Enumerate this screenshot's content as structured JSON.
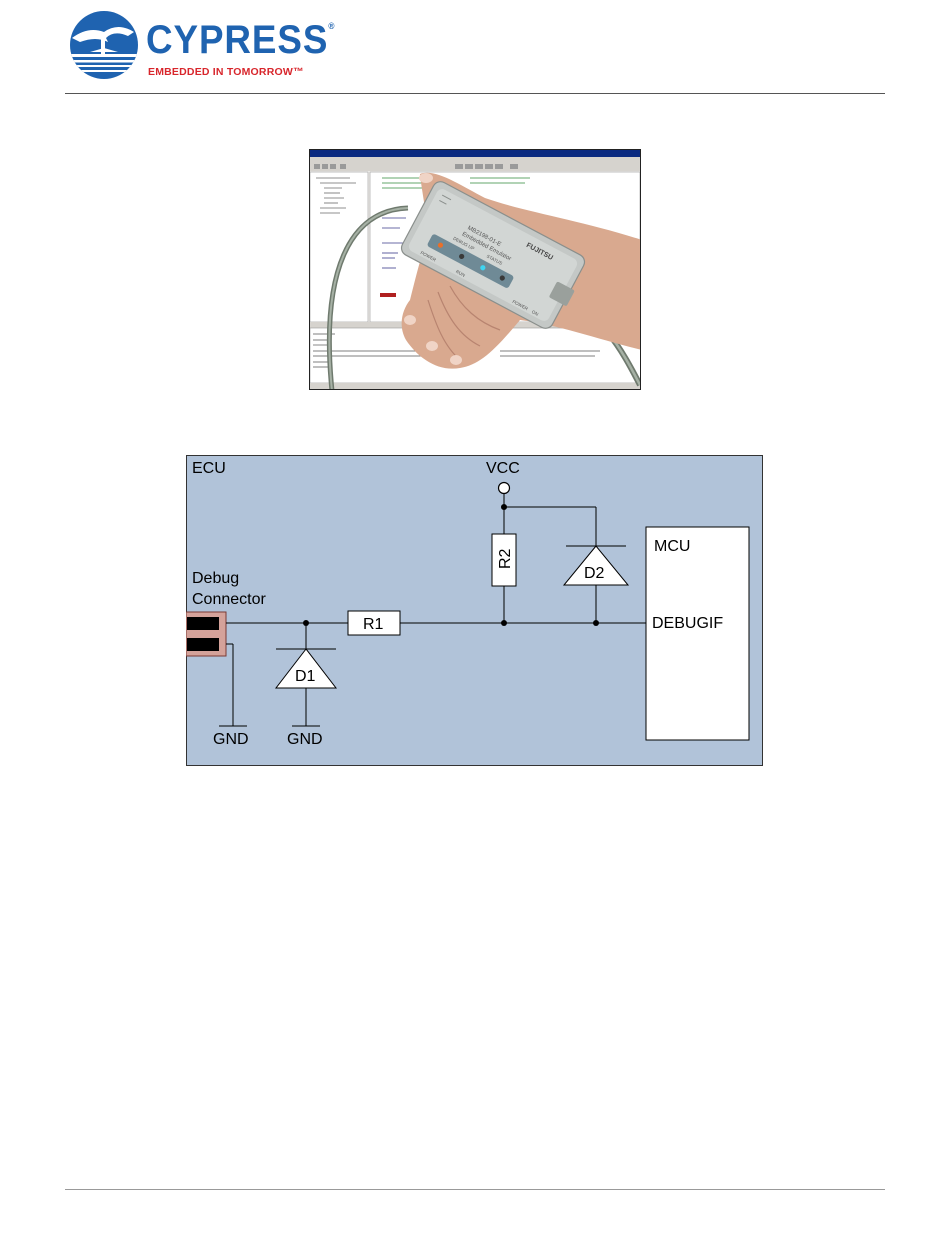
{
  "header": {
    "logo_name": "CYPRESS",
    "logo_tagline": "EMBEDDED IN TOMORROW",
    "logo_mark": "cypress-tree-logo",
    "brand_blue": "#1f63b0",
    "brand_red": "#d8262c"
  },
  "photo": {
    "device_brand": "FUJITSU",
    "device_model": "MB2198-01-E",
    "device_name": "Embedded Emulator",
    "labels": [
      "POWER",
      "DEBUG UP",
      "RUN",
      "STATUS",
      "POWER",
      "ON"
    ]
  },
  "schematic": {
    "background_color": "#b1c3d9",
    "ecu_label": "ECU",
    "vcc_label": "VCC",
    "r1_label": "R1",
    "r2_label": "R2",
    "d1_label": "D1",
    "d2_label": "D2",
    "mcu_label": "MCU",
    "debugif_label": "DEBUGIF",
    "connector_label_line1": "Debug",
    "connector_label_line2": "Connector",
    "gnd_label_1": "GND",
    "gnd_label_2": "GND"
  }
}
